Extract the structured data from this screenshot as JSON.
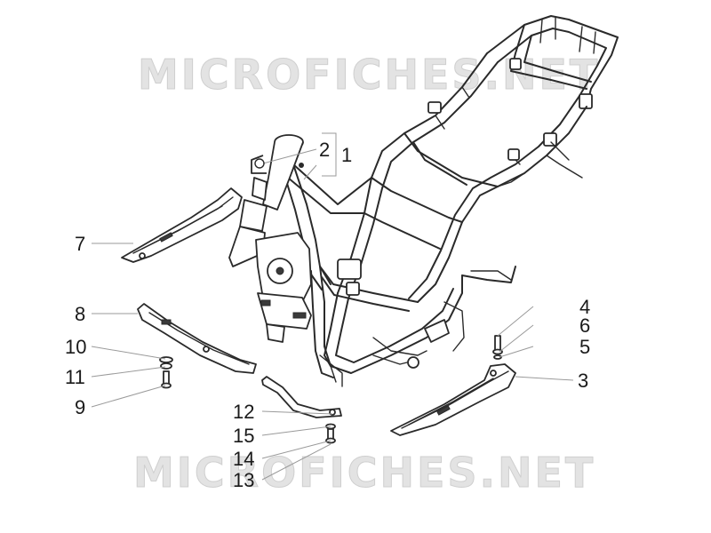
{
  "watermark": {
    "top_text": "MICROFICHES.NET",
    "bottom_text": "MICROFICHES.NET"
  },
  "callouts": [
    {
      "id": "c1",
      "label": "1"
    },
    {
      "id": "c2",
      "label": "2"
    },
    {
      "id": "c3",
      "label": "3"
    },
    {
      "id": "c4",
      "label": "4"
    },
    {
      "id": "c5",
      "label": "5"
    },
    {
      "id": "c6",
      "label": "6"
    },
    {
      "id": "c7",
      "label": "7"
    },
    {
      "id": "c8",
      "label": "8"
    },
    {
      "id": "c9",
      "label": "9"
    },
    {
      "id": "c10",
      "label": "10"
    },
    {
      "id": "c11",
      "label": "11"
    },
    {
      "id": "c12",
      "label": "12"
    },
    {
      "id": "c13",
      "label": "13"
    },
    {
      "id": "c14",
      "label": "14"
    },
    {
      "id": "c15",
      "label": "15"
    }
  ]
}
